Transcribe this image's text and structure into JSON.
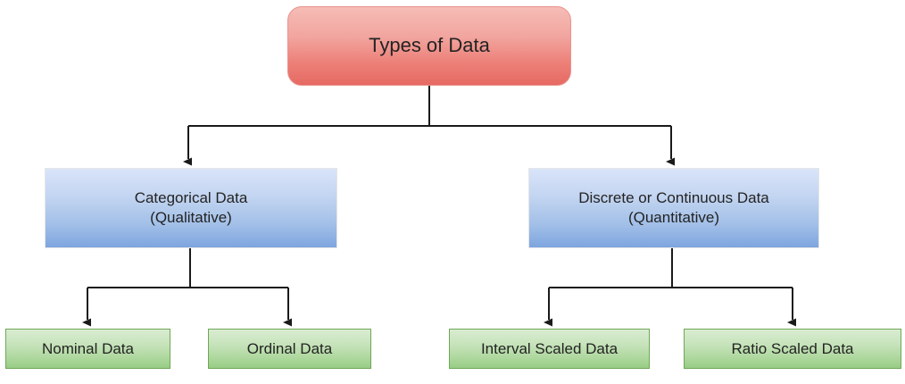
{
  "diagram": {
    "title": "Types of Data",
    "background_color": "#ffffff",
    "text_color": "#232323",
    "connector_color": "#1a1a1a",
    "nodes": {
      "root": {
        "label": "Types of Data",
        "shape": "rounded-rectangle",
        "fill_top": "#f6bcb6",
        "fill_bottom": "#e66a63"
      },
      "categorical": {
        "line1": "Categorical Data",
        "line2": "(Qualitative)",
        "shape": "rectangle",
        "fill_top": "#d9e4f9",
        "fill_bottom": "#7ea5df"
      },
      "quantitative": {
        "line1": "Discrete or Continuous Data",
        "line2": "(Quantitative)",
        "shape": "rectangle",
        "fill_top": "#d9e4f9",
        "fill_bottom": "#7ea5df"
      },
      "nominal": {
        "label": "Nominal Data",
        "shape": "rectangle",
        "fill_top": "#d9ecd1",
        "fill_bottom": "#98cd86",
        "border": "#6fa757"
      },
      "ordinal": {
        "label": "Ordinal Data",
        "shape": "rectangle",
        "fill_top": "#d9ecd1",
        "fill_bottom": "#98cd86",
        "border": "#6fa757"
      },
      "interval": {
        "label": "Interval Scaled Data",
        "shape": "rectangle",
        "fill_top": "#d9ecd1",
        "fill_bottom": "#98cd86",
        "border": "#6fa757"
      },
      "ratio": {
        "label": "Ratio Scaled Data",
        "shape": "rectangle",
        "fill_top": "#d9ecd1",
        "fill_bottom": "#98cd86",
        "border": "#6fa757"
      }
    },
    "edges": [
      {
        "from": "root",
        "to": "categorical",
        "arrow": "down"
      },
      {
        "from": "root",
        "to": "quantitative",
        "arrow": "down"
      },
      {
        "from": "categorical",
        "to": "nominal",
        "arrow": "down"
      },
      {
        "from": "categorical",
        "to": "ordinal",
        "arrow": "down"
      },
      {
        "from": "quantitative",
        "to": "interval",
        "arrow": "down"
      },
      {
        "from": "quantitative",
        "to": "ratio",
        "arrow": "down"
      }
    ]
  }
}
